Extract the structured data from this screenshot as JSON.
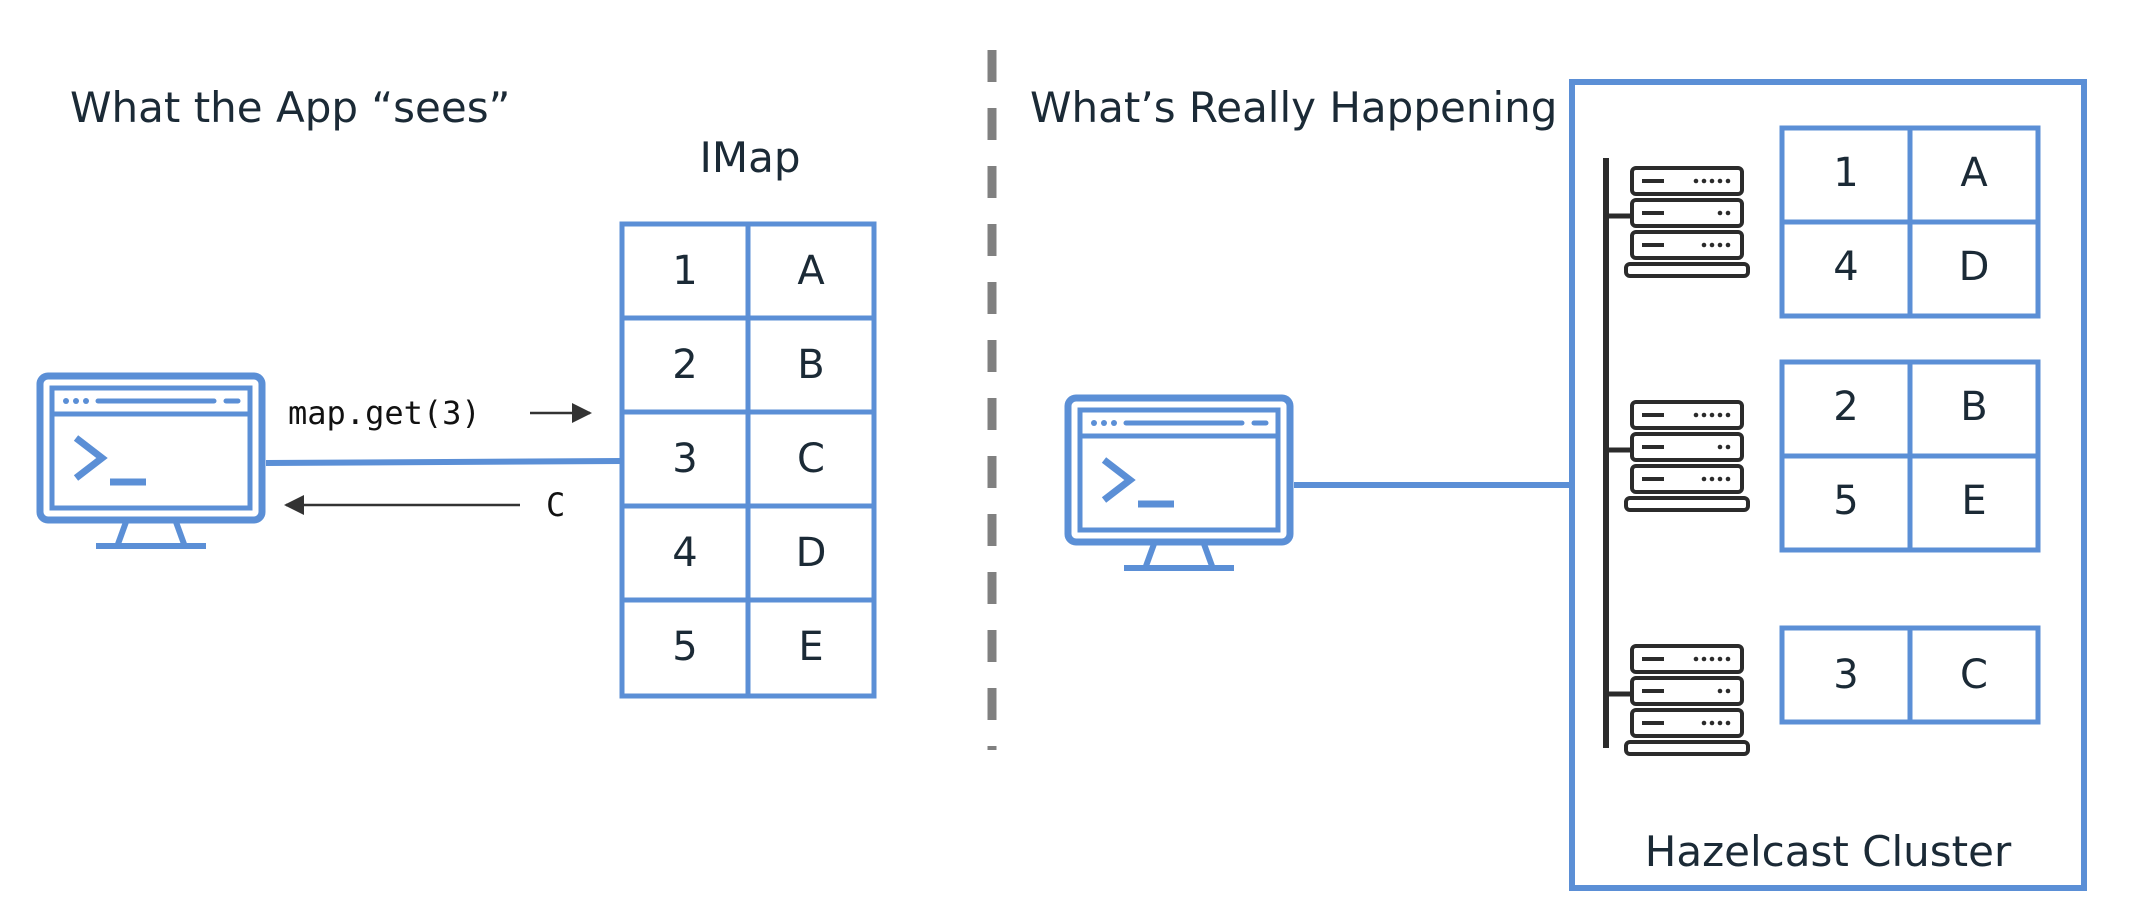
{
  "left_panel": {
    "title": "What the App “sees”",
    "imap_label": "IMap",
    "imap_rows": [
      {
        "key": "1",
        "value": "A"
      },
      {
        "key": "2",
        "value": "B"
      },
      {
        "key": "3",
        "value": "C"
      },
      {
        "key": "4",
        "value": "D"
      },
      {
        "key": "5",
        "value": "E"
      }
    ],
    "request_label": "map.get(3)",
    "response_label": "C",
    "client_icon": "terminal-monitor-icon"
  },
  "right_panel": {
    "title": "What’s Really Happening",
    "client_icon": "terminal-monitor-icon",
    "server_icon": "server-rack-icon",
    "cluster_label": "Hazelcast Cluster",
    "partitions": [
      {
        "rows": [
          {
            "key": "1",
            "value": "A"
          },
          {
            "key": "4",
            "value": "D"
          }
        ]
      },
      {
        "rows": [
          {
            "key": "2",
            "value": "B"
          },
          {
            "key": "5",
            "value": "E"
          }
        ]
      },
      {
        "rows": [
          {
            "key": "3",
            "value": "C"
          }
        ]
      }
    ]
  },
  "colors": {
    "accent": "#5b8fd6",
    "text": "#1b2a36",
    "divider": "#808080",
    "server": "#2b2b2b",
    "arrow": "#333333"
  }
}
